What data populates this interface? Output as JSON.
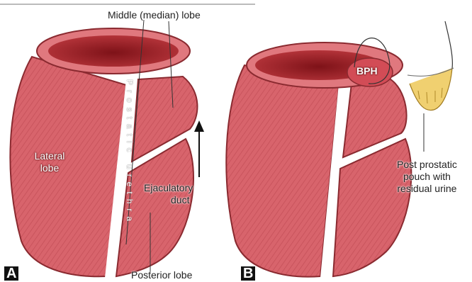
{
  "labels": {
    "middle_lobe": "Middle (median) lobe",
    "prostatic_urethra": "Prostatic urethra",
    "lateral_lobe_1": "Lateral",
    "lateral_lobe_2": "lobe",
    "ejaculatory_1": "Ejaculatory",
    "ejaculatory_2": "duct",
    "posterior_lobe": "Posterior lobe",
    "bph": "BPH",
    "pouch_1": "Post prostatic",
    "pouch_2": "pouch with",
    "pouch_3": "residual urine"
  },
  "panels": {
    "a": "A",
    "b": "B"
  },
  "colors": {
    "tissue": "#d8646c",
    "tissue_dark": "#b53b43",
    "rim": "#e07a80",
    "opening": "#a8262c",
    "urine": "#f0d070",
    "outline": "#7a2228"
  }
}
